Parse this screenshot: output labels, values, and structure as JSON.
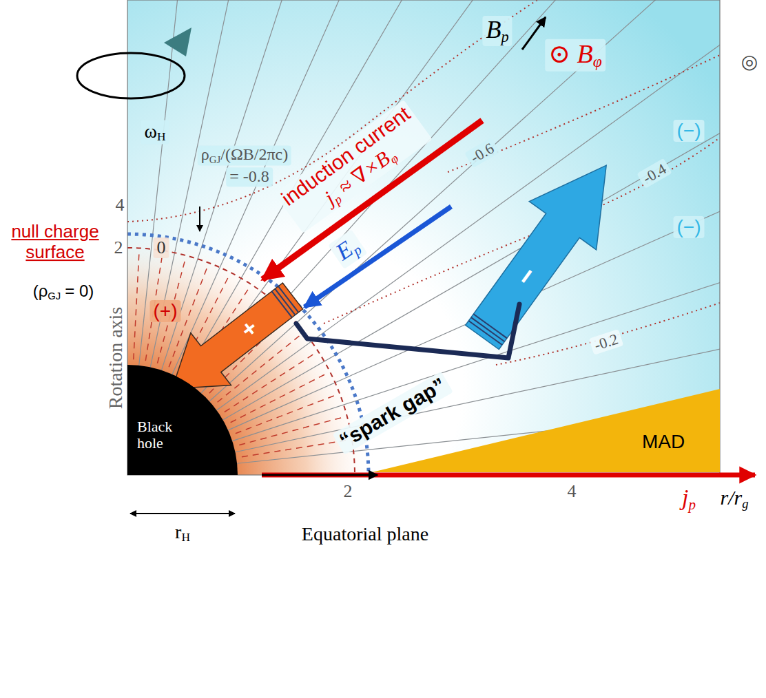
{
  "diagram": {
    "nodes": [
      {
        "text": [
          "Black hole"
        ]
      },
      {
        "text": [
          "MAD"
        ]
      }
    ],
    "labels": [
      "ω",
      "H",
      "ρ",
      "GJ",
      "/(ΩB/2πc)",
      "= -0.8",
      "4",
      "Rotation axis",
      "null charge surface",
      "(ρ",
      "GJ",
      "= 0)",
      "0",
      "2",
      "(+)",
      "+",
      "−",
      "B",
      "p",
      "⊙ B",
      "φ",
      "◎",
      "(−)",
      "(−)",
      "-0.6",
      "-0.4",
      "-0.2",
      "induction current",
      "j",
      "p",
      "≈ ∇×B",
      "φ",
      "E",
      "p",
      "“spark gap”",
      "r",
      "H",
      "2",
      "4",
      "Equatorial plane",
      "j",
      "p",
      "r/r",
      "g"
    ]
  }
}
